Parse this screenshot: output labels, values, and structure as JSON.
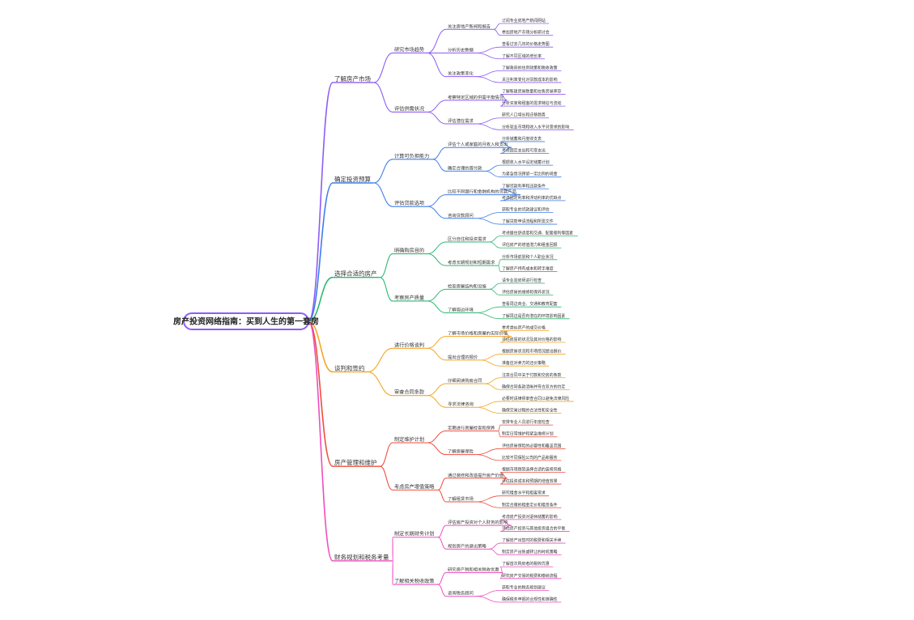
{
  "root": {
    "label": "房产投资网络指南：买到人生的第一套房",
    "branches": [
      {
        "label": "了解房产市场",
        "color": "#8e5cf5",
        "children": [
          {
            "label": "研究市场趋势",
            "children": [
              {
                "label": "关注房地产新闻和报告",
                "children": [
                  "订阅专业房地产新闻网站",
                  "参加房地产市场分析研讨会"
                ]
              },
              {
                "label": "分析历史数据",
                "children": [
                  "查看过去几年的价格走势图",
                  "了解不同区域的增长率"
                ]
              },
              {
                "label": "关注政策变化",
                "children": [
                  "了解政府的住房政策和税收政策",
                  "关注利率变化对贷款成本的影响"
                ]
              }
            ]
          },
          {
            "label": "评估供需状况",
            "children": [
              {
                "label": "考察特定区域的供需平衡情况",
                "children": [
                  "了解新建房屋数量和在售房屋库存",
                  "分析买家和租客的需求特征与流动"
                ]
              },
              {
                "label": "评估潜在需求",
                "children": [
                  "研究人口增长和迁移趋势",
                  "分析就业市场和收入水平对需求的影响"
                ]
              }
            ]
          }
        ]
      },
      {
        "label": "确定投资预算",
        "color": "#3f7fe8",
        "children": [
          {
            "label": "计算可负担能力",
            "children": [
              {
                "label": "评估个人或家庭的月收入和支出",
                "children": [
                  "分析储蓄和月度收支表",
                  "考虑固定支出和可变支出"
                ]
              },
              {
                "label": "确定合理的首付款",
                "children": [
                  "根据收入水平设定储蓄计划",
                  "为紧急情况预留一定比例的现金"
                ]
              }
            ]
          },
          {
            "label": "评估贷款选项",
            "children": [
              {
                "label": "比较不同银行和金融机构的贷款产品",
                "children": [
                  "了解贷款利率和还款条件",
                  "考虑固定利率和浮动利率的优缺点"
                ]
              },
              {
                "label": "咨询贷款顾问",
                "children": [
                  "获取专业的贷款建议和评估",
                  "了解贷款申请流程和所需文件"
                ]
              }
            ]
          }
        ]
      },
      {
        "label": "选择合适的房产",
        "color": "#2eb872",
        "children": [
          {
            "label": "明确购房目的",
            "children": [
              {
                "label": "区分自住和投资需求",
                "children": [
                  "考虑居住舒适度和交通、配套便利等因素",
                  "评估房产的增值潜力和租金回报"
                ]
              },
              {
                "label": "考虑长期规划和短期需求",
                "children": [
                  "分析市场前景和个人职业状况",
                  "了解房产持有成本和转手难度"
                ]
              }
            ]
          },
          {
            "label": "考察房产质量",
            "children": [
              {
                "label": "检查房屋结构和设施",
                "children": [
                  "请专业验房师进行检查",
                  "评估房屋的维修和保养状况"
                ]
              },
              {
                "label": "了解周边环境",
                "children": [
                  "查看周边商业、交通和教育配套",
                  "了解周边是否有潜在的环境影响因素"
                ]
              }
            ]
          }
        ]
      },
      {
        "label": "谈判和签约",
        "color": "#f5a524",
        "children": [
          {
            "label": "进行价格谈判",
            "children": [
              {
                "label": "了解市场价格和房屋的实际价值",
                "children": [
                  "参考类似房产的成交价格",
                  "评估房屋的状况及其对价格的影响"
                ]
              },
              {
                "label": "提出合理的报价",
                "children": [
                  "根据房屋状况和市场情况提出报价",
                  "准备应对卖方的还价策略"
                ]
              }
            ]
          },
          {
            "label": "审查合同条款",
            "children": [
              {
                "label": "仔细阅读购房合同",
                "children": [
                  "注意合同中关于付款和交房的条款",
                  "确保合同条款清晰并符合双方的约定"
                ]
              },
              {
                "label": "寻求法律咨询",
                "children": [
                  "必要时请律师审查合同以避免法律风险",
                  "确保交易过程的合法性和安全性"
                ]
              }
            ]
          }
        ]
      },
      {
        "label": "房产管理和维护",
        "color": "#ef4e3c",
        "children": [
          {
            "label": "制定维护计划",
            "children": [
              {
                "label": "定期进行房屋检查和保养",
                "children": [
                  "安排专业人员进行年度检查",
                  "制定日常维护和紧急维修计划"
                ]
              },
              {
                "label": "了解房屋保险",
                "children": [
                  "评估房屋保险的必要性和覆盖范围",
                  "比较不同保险公司的产品和服务"
                ]
              }
            ]
          },
          {
            "label": "考虑房产增值策略",
            "children": [
              {
                "label": "通过装修和改造提升房产价值",
                "children": [
                  "根据市场趋势选择合适的装修风格",
                  "评估投资成本和预期的增值效果"
                ]
              },
              {
                "label": "了解租赁市场",
                "children": [
                  "研究租金水平和租客需求",
                  "制定合理的租金定价和租赁条件"
                ]
              }
            ]
          }
        ]
      },
      {
        "label": "财务规划和税务考量",
        "color": "#ee4fbf",
        "children": [
          {
            "label": "制定长期财务计划",
            "children": [
              {
                "label": "评估房产投资对个人财务的影响",
                "children": [
                  "考虑房产投资对退休储蓄的影响",
                  "评估房产投资与其他投资组合的平衡"
                ]
              },
              {
                "label": "规划房产的退出策略",
                "children": [
                  "了解房产出售时的税费和相关手续",
                  "制定房产出售或转让的时机策略"
                ]
              }
            ]
          },
          {
            "label": "了解相关税收政策",
            "children": [
              {
                "label": "研究房产税和相关税收优惠",
                "children": [
                  "了解首次购房者的税收优惠",
                  "研究房产交易的税费和缴纳流程"
                ]
              },
              {
                "label": "咨询税务顾问",
                "children": [
                  "获取专业的税务规划建议",
                  "确保税务申报的合规性和准确性"
                ]
              }
            ]
          }
        ]
      }
    ]
  }
}
